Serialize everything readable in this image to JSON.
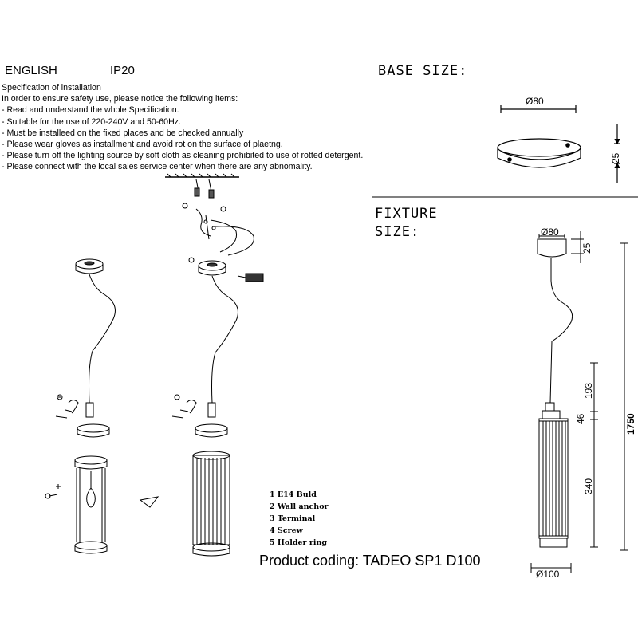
{
  "header": {
    "language": "ENGLISH",
    "ip_rating": "IP20"
  },
  "spec": {
    "title": "Specification of installation",
    "intro": "In order to ensure safety use, please notice the following items:",
    "items": [
      "- Read and understand the whole Specification.",
      "- Suitable for the use of 220-240V and 50-60Hz.",
      "- Must be installeed on the fixed places and be checked annually",
      "- Please wear gloves as installment and avoid rot on the surface of plaetng.",
      "- Please turn off the lighting source by soft cloth as cleaning prohibited to use of rotted detergent.",
      "- Please connect with the local sales service center when there are any abnomality."
    ]
  },
  "base": {
    "title": "BASE SIZE:",
    "diameter_label": "Ø80",
    "height_label": "25"
  },
  "fixture": {
    "title_line1": "FIXTURE",
    "title_line2": "SIZE:",
    "canopy_diameter": "Ø80",
    "canopy_height": "25",
    "dim_193": "193",
    "dim_46": "46",
    "dim_340": "340",
    "total_height": "1750",
    "shade_diameter": "Ø100"
  },
  "legend": {
    "items": [
      "1 E14 Buld",
      "2 Wall anchor",
      "3 Terminal",
      "4 Screw",
      "5 Holder ring"
    ]
  },
  "product": {
    "coding": "Product coding: TADEO SP1 D100"
  }
}
